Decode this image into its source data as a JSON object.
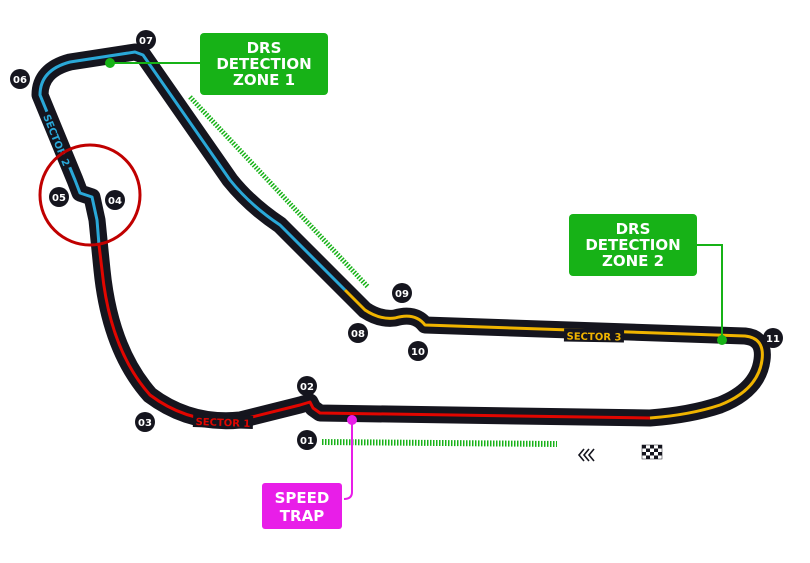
{
  "colors": {
    "track": "#15151e",
    "sector1": "#e10600",
    "sector2": "#2aa8d8",
    "sector3": "#f0b400",
    "drs": "#17b217",
    "speed_trap": "#e81ee8",
    "highlight_circle": "#c00000"
  },
  "sectors": [
    {
      "label": "SECTOR 1"
    },
    {
      "label": "SECTOR 2"
    },
    {
      "label": "SECTOR 3"
    }
  ],
  "turns": [
    "01",
    "02",
    "03",
    "04",
    "05",
    "06",
    "07",
    "08",
    "09",
    "10",
    "11"
  ],
  "drs_zone_1": {
    "line1": "DRS",
    "line2": "DETECTION",
    "line3": "ZONE 1"
  },
  "drs_zone_2": {
    "line1": "DRS",
    "line2": "DETECTION",
    "line3": "ZONE 2"
  },
  "speed_trap": {
    "line1": "SPEED",
    "line2": "TRAP"
  },
  "icons": {
    "direction": "chevrons-left-icon",
    "finish": "checkered-flag-icon"
  }
}
